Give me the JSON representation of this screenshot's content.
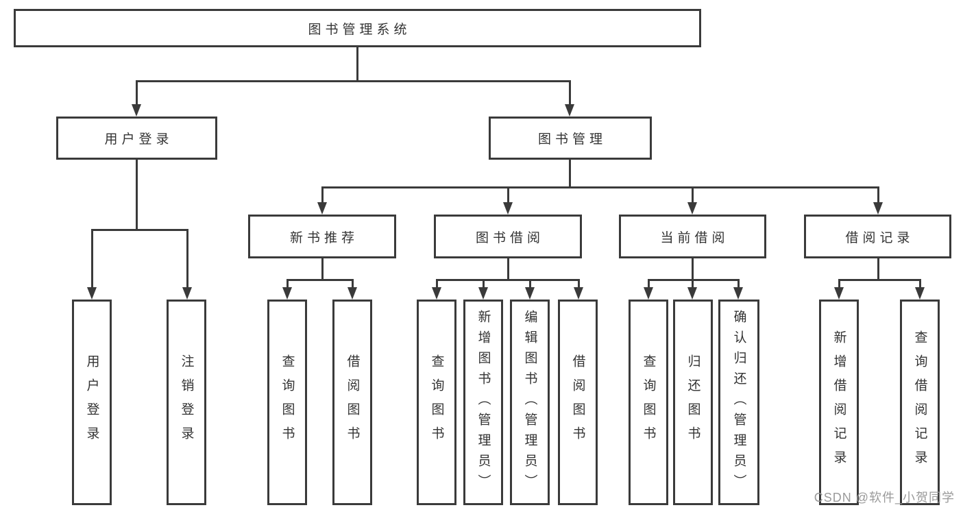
{
  "diagram": {
    "title": "图书管理系统",
    "branches": [
      {
        "label": "用户登录",
        "children": [
          {
            "label": "用户登录"
          },
          {
            "label": "注销登录"
          }
        ]
      },
      {
        "label": "图书管理",
        "children": [
          {
            "label": "新书推荐",
            "children": [
              {
                "label": "查询图书"
              },
              {
                "label": "借阅图书"
              }
            ]
          },
          {
            "label": "图书借阅",
            "children": [
              {
                "label": "查询图书"
              },
              {
                "label": "新增图书（管理员）"
              },
              {
                "label": "编辑图书（管理员）"
              },
              {
                "label": "借阅图书"
              }
            ]
          },
          {
            "label": "当前借阅",
            "children": [
              {
                "label": "查询图书"
              },
              {
                "label": "归还图书"
              },
              {
                "label": "确认归还（管理员）"
              }
            ]
          },
          {
            "label": "借阅记录",
            "children": [
              {
                "label": "新增借阅记录"
              },
              {
                "label": "查询借阅记录"
              }
            ]
          }
        ]
      }
    ]
  },
  "watermark": {
    "text": "CSDN @软件_小贺同学"
  },
  "colors": {
    "line": "#3a3a3a",
    "text": "#333333",
    "watermark": "#9a9a9a"
  }
}
